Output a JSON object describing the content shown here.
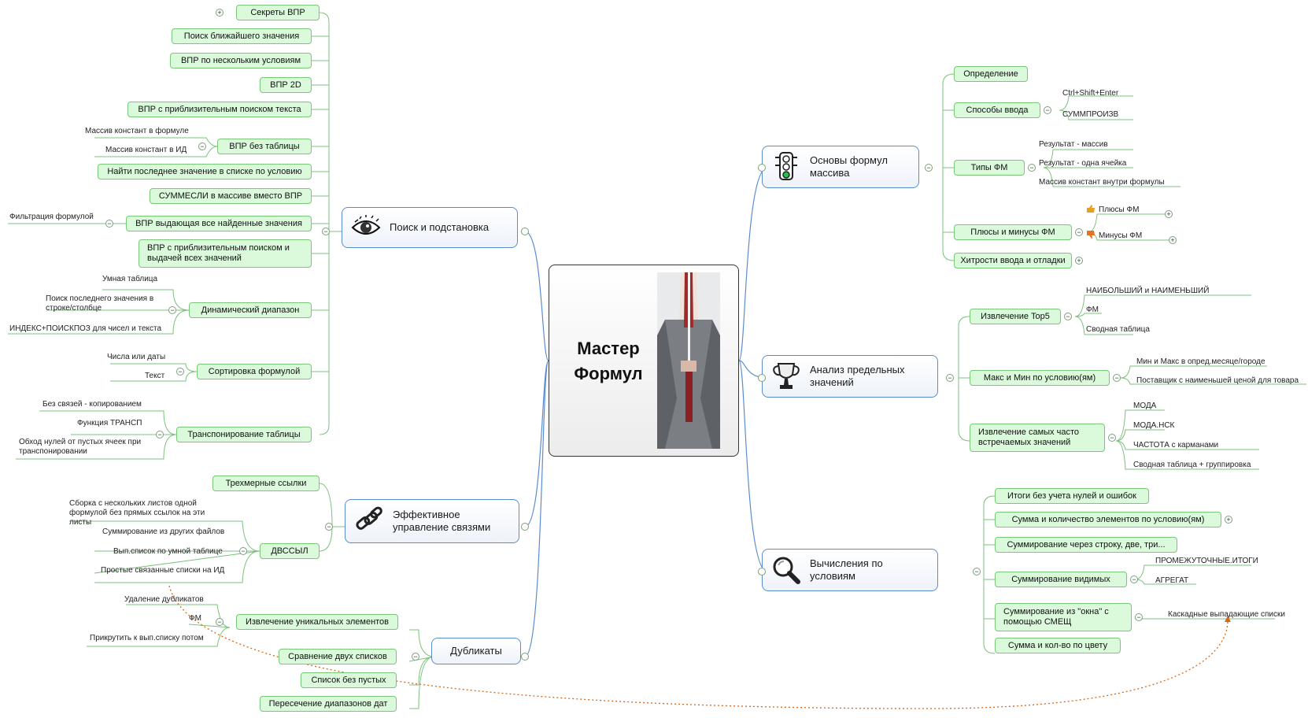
{
  "center": {
    "title": "Мастер Формул"
  },
  "branches": {
    "search": "Поиск и подстановка",
    "links": "Эффективное управление связями",
    "dupes": "Дубликаты",
    "basics": "Основы формул массива",
    "analysis": "Анализ предельных значений",
    "calc": "Вычисления по условиям"
  },
  "search": {
    "secrets": "Секреты ВПР",
    "nearest": "Поиск ближайшего значения",
    "multi": "ВПР по нескольким условиям",
    "vpr2d": "ВПР 2D",
    "approx": "ВПР с приблизительным поиском текста",
    "notable": "ВПР без таблицы",
    "notable_c1": "Массив констант в формуле",
    "notable_c2": "Массив констант в ИД",
    "last": "Найти последнее значение в списке по условию",
    "sumif": "СУММЕСЛИ в массиве вместо ВПР",
    "all": "ВПР выдающая все найденные значения",
    "all_c1": "Фильтрация формулой",
    "approx_all": "ВПР с приблизительным поиском и выдачей всех значений",
    "dyn": "Динамический диапазон",
    "dyn_c1": "Умная таблица",
    "dyn_c2": "Поиск последнего значения в строке/столбце",
    "dyn_c3": "ИНДЕКС+ПОИСКПОЗ для чисел и текста",
    "sort": "Сортировка формулой",
    "sort_c1": "Числа или даты",
    "sort_c2": "Текст",
    "transpose": "Транспонирование таблицы",
    "tr_c1": "Без связей - копированием",
    "tr_c2": "Функция ТРАНСП",
    "tr_c3": "Обход нулей от пустых ячеек при транспонировании"
  },
  "links": {
    "three_d": "Трехмерные ссылки",
    "indirect": "ДВССЫЛ",
    "ind_c1": "Сборка с нескольких листов одной формулой без прямых ссылок на эти листы",
    "ind_c2": "Суммирование из других файлов",
    "ind_c3": "Вып.список по умной таблице",
    "ind_c4": "Простые связанные списки на ИД"
  },
  "dupes": {
    "unique": "Извлечение уникальных элементов",
    "u_c1": "Удаление дубликатов",
    "u_c2": "ФМ",
    "u_c3": "Прикрутить к вып.списку потом",
    "compare": "Сравнение двух списков",
    "noblanks": "Список без пустых",
    "intersect": "Пересечение диапазонов дат"
  },
  "basics": {
    "def": "Определение",
    "input": "Способы ввода",
    "in_c1": "Ctrl+Shift+Enter",
    "in_c2": "СУММПРОИЗВ",
    "types": "Типы ФМ",
    "ty_c1": "Результат - массив",
    "ty_c2": "Результат - одна ячейка",
    "ty_c3": "Массив констант внутри формулы",
    "pros": "Плюсы и минусы ФМ",
    "pr_c1": "Плюсы ФМ",
    "pr_c2": "Минусы ФМ",
    "tricks": "Хитрости ввода и отладки"
  },
  "analysis": {
    "top5": "Извлечение Top5",
    "t_c1": "НАИБОЛЬШИЙ и НАИМЕНЬШИЙ",
    "t_c2": "ФМ",
    "t_c3": "Сводная таблица",
    "maxmin": "Макс и Мин по условию(ям)",
    "m_c1": "Мин и Макс в опред.месяце/городе",
    "m_c2": "Поставщик с наименьшей ценой для товара",
    "freq": "Извлечение самых часто встречаемых значений",
    "f_c1": "МОДА",
    "f_c2": "МОДА.НСК",
    "f_c3": "ЧАСТОТА с карманами",
    "f_c4": "Сводная таблица + группировка"
  },
  "calc": {
    "totals": "Итоги без учета нулей и ошибок",
    "sumcount": "Сумма и количество элементов по условию(ям)",
    "skip": "Суммирование через строку, две, три...",
    "visible": "Суммирование видимых",
    "v_c1": "ПРОМЕЖУТОЧНЫЕ.ИТОГИ",
    "v_c2": "АГРЕГАТ",
    "window": "Суммирование из \"окна\" с помощью СМЕЩ",
    "w_c1": "Каскадные выпадающие списки",
    "color": "Сумма и кол-во по цвету"
  },
  "colors": {
    "node_fill": "#dafadb",
    "node_border": "#78c878",
    "main_border": "#5b8ccc",
    "link": "#d2691e"
  },
  "icons": {
    "search": "eye-icon",
    "links": "chain-icon",
    "basics": "traffic-light-icon",
    "analysis": "trophy-icon",
    "calc": "magnifier-icon",
    "center": "businessman-katana-image"
  }
}
